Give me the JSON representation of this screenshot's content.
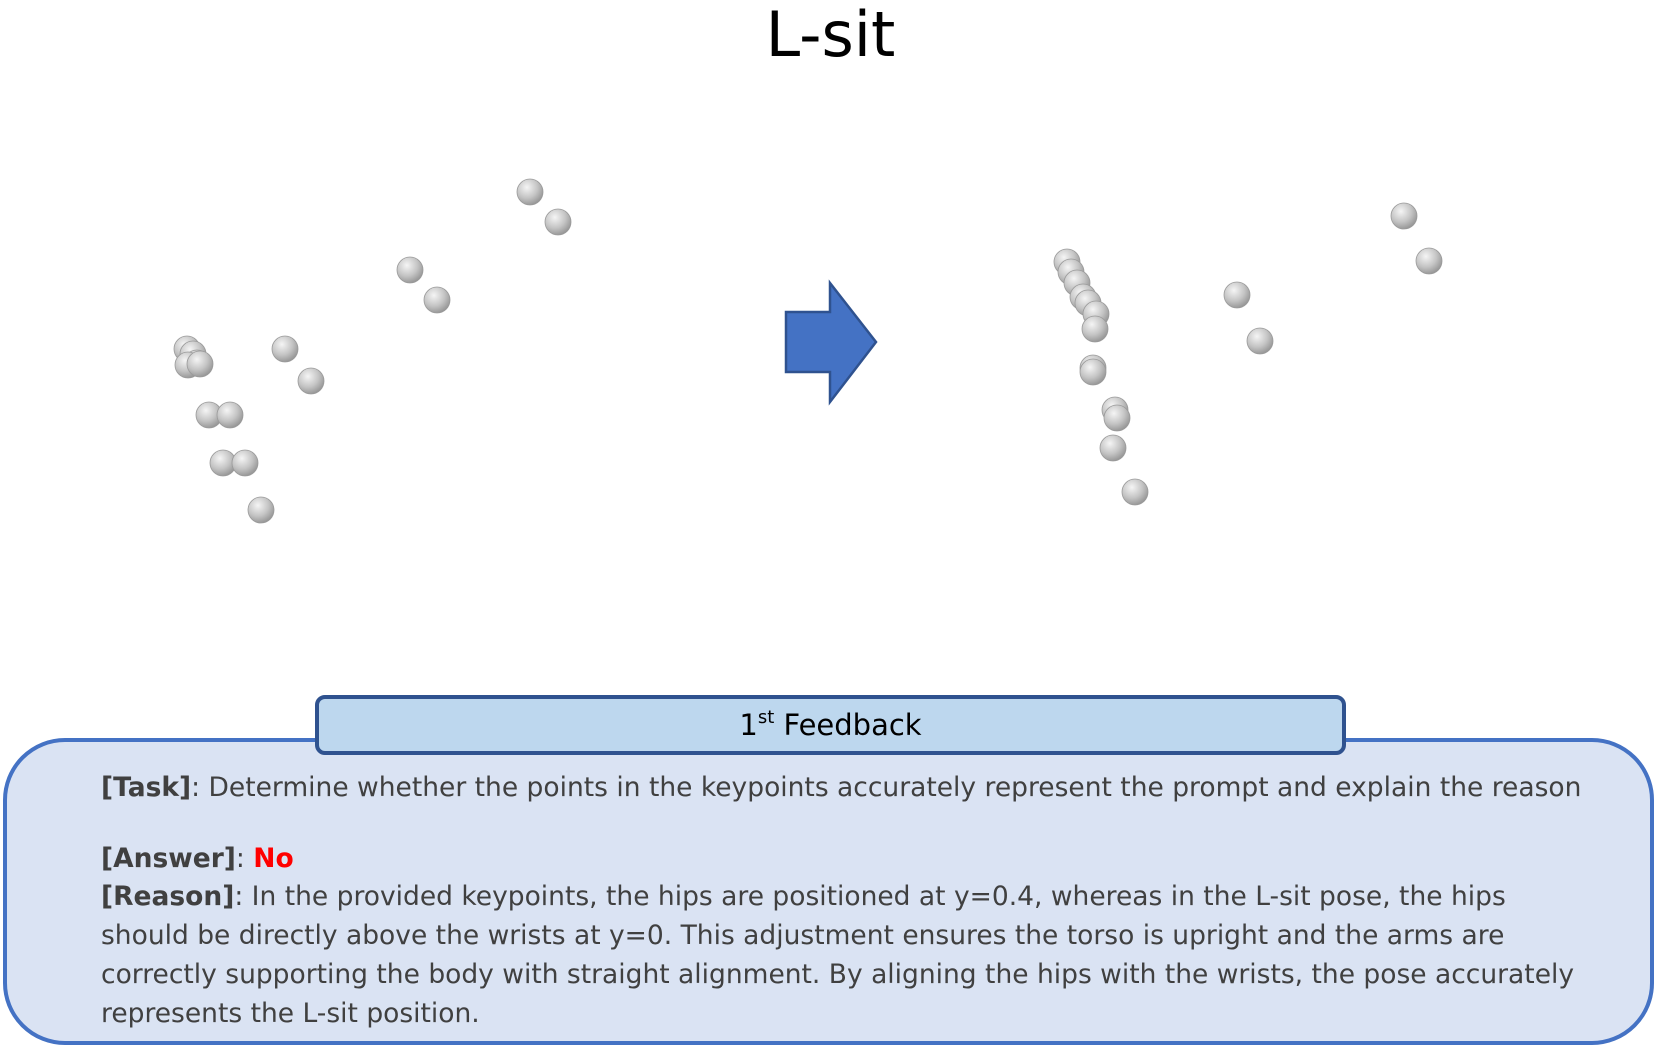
{
  "title": "L-sit",
  "keypoint_color": "#b3b3b3",
  "arrow_color": "#4472c4",
  "feedback": {
    "header_main": "1",
    "header_sup": "st",
    "header_rest": " Feedback",
    "task_label": "[Task]",
    "task_text": ":  Determine whether the points in the keypoints accurately represent the prompt and explain the reason",
    "answer_label": "[Answer]",
    "answer_sep": ": ",
    "answer_value": "No",
    "answer_color": "#ff0000",
    "reason_label": "[Reason]",
    "reason_text": ": In the provided keypoints, the hips are positioned at y=0.4, whereas in the L-sit pose, the hips should be directly above the wrists at y=0. This adjustment ensures the torso is upright and the arms are correctly supporting the body with straight alignment. By aligning the hips with the wrists, the pose accurately represents the L-sit position."
  }
}
